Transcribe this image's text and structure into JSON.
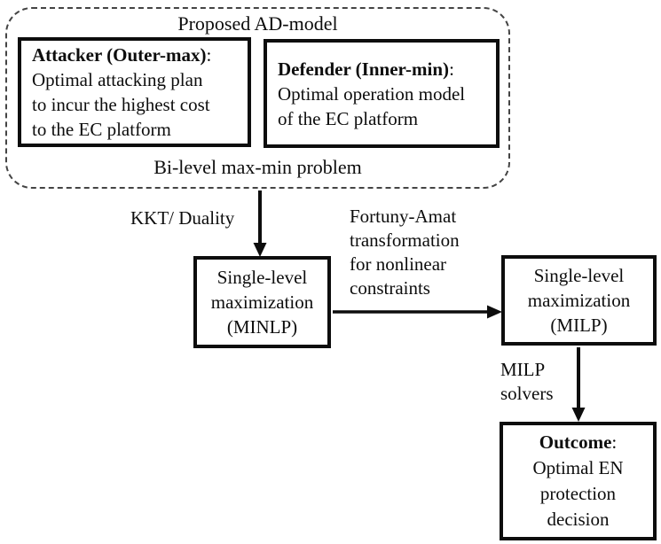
{
  "colors": {
    "ink": "#0d0d0d",
    "background": "#ffffff"
  },
  "container": {
    "title": "Proposed AD-model",
    "subtitle": "Bi-level max-min problem"
  },
  "boxes": {
    "attacker": {
      "title": "Attacker (Outer-max)",
      "colon": ":",
      "lines": [
        "Optimal attacking plan",
        "to incur the highest cost",
        "to the EC platform"
      ]
    },
    "defender": {
      "title": "Defender (Inner-min)",
      "colon": ":",
      "lines": [
        "Optimal operation model",
        "of the EC platform"
      ]
    },
    "minlp": {
      "lines": [
        "Single-level",
        "maximization",
        "(MINLP)"
      ]
    },
    "milp": {
      "lines": [
        "Single-level",
        "maximization",
        "(MILP)"
      ]
    },
    "outcome": {
      "title": "Outcome",
      "colon": ":",
      "lines": [
        "Optimal EN",
        "protection",
        "decision"
      ]
    }
  },
  "arrow_labels": {
    "kkt": "KKT/ Duality",
    "fortuny": [
      "Fortuny-Amat",
      "transformation",
      "for nonlinear",
      "constraints"
    ],
    "milp_solvers": [
      "MILP",
      "solvers"
    ]
  }
}
